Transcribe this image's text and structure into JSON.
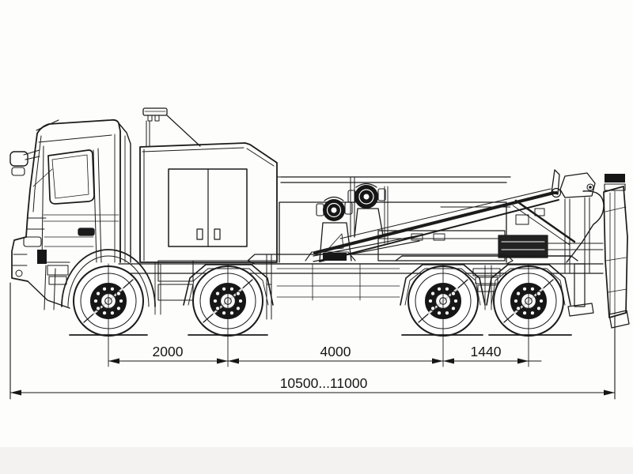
{
  "drawing": {
    "title": "heavy-recovery-truck-side-view-technical-drawing",
    "units": "mm",
    "colors": {
      "line": "#1b1b1b",
      "dark_fill": "#161616",
      "background": "#fdfdfc",
      "bottom_band": "#f3f2f0"
    },
    "parts": [
      "cab",
      "mirror",
      "antenna",
      "front-bumper",
      "box-body",
      "cargo-doors",
      "exhaust-stack",
      "winch-1",
      "winch-2",
      "tow-boom",
      "rear-crane",
      "underlift-arm",
      "stabilizer-leg",
      "wheel-1",
      "wheel-2",
      "wheel-3",
      "wheel-4",
      "front-fender",
      "rear-fenders",
      "chassis",
      "side-guard",
      "ground-line"
    ],
    "dimensions": {
      "axle_1_2": "2000",
      "axle_2_3": "4000",
      "axle_3_4": "1440",
      "overall": "10500...11000"
    }
  }
}
